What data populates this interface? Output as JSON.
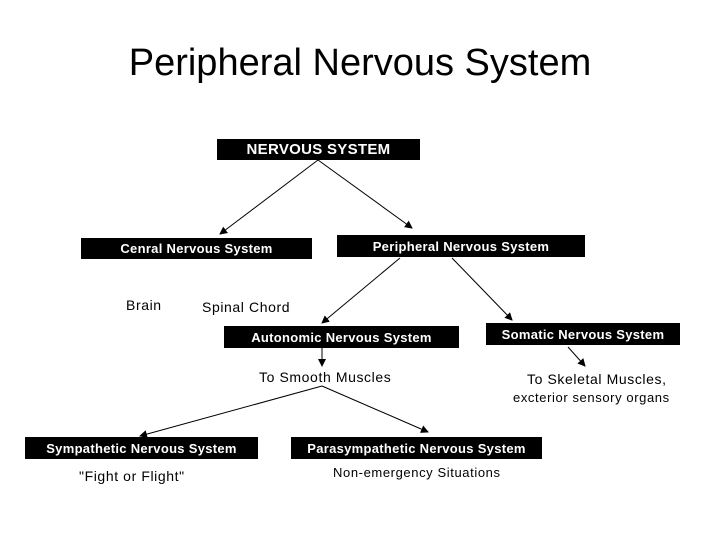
{
  "title": "Peripheral Nervous System",
  "nodes": {
    "nervous_system": "NERVOUS SYSTEM",
    "central": "Cenral Nervous System",
    "peripheral": "Peripheral Nervous System",
    "autonomic": "Autonomic Nervous System",
    "somatic": "Somatic Nervous System",
    "sympathetic": "Sympathetic Nervous System",
    "parasympathetic": "Parasympathetic Nervous System"
  },
  "labels": {
    "brain": "Brain",
    "spinal_chord": "Spinal Chord",
    "smooth_muscles": "To Smooth Muscles",
    "skeletal_1": "To Skeletal Muscles,",
    "skeletal_2": "excterior sensory organs",
    "fight_or_flight": "\"Fight or Flight\"",
    "non_emergency": "Non-emergency Situations"
  }
}
